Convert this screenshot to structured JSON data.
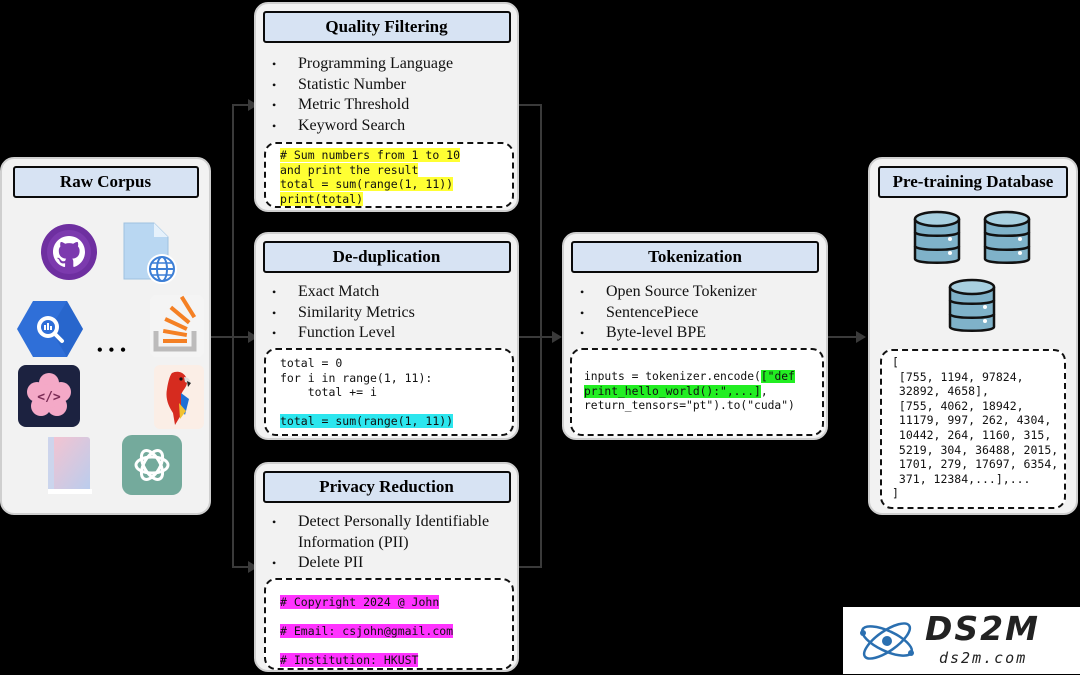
{
  "raw_corpus": {
    "title": "Raw Corpus",
    "ellipsis": "• • •",
    "icons": [
      "github-icon",
      "web-document-icon",
      "bigquery-icon",
      "stackoverflow-icon",
      "code-flower-icon",
      "parrot-icon",
      "book-icon",
      "openai-icon"
    ]
  },
  "quality_filtering": {
    "title": "Quality Filtering",
    "items": [
      "Programming Language",
      "Statistic Number",
      "Metric Threshold",
      "Keyword Search"
    ],
    "code": [
      "# Sum numbers from 1 to 10",
      "and print the result",
      "total = sum(range(1, 11))",
      "print(total)"
    ]
  },
  "deduplication": {
    "title": "De-duplication",
    "items": [
      "Exact Match",
      "Similarity Metrics",
      "Function Level"
    ],
    "code": [
      "total = 0",
      "for i in range(1, 11):",
      "    total += i"
    ],
    "code_highlight": "total = sum(range(1, 11))"
  },
  "privacy_reduction": {
    "title": "Privacy Reduction",
    "items": [
      "Detect Personally Identifiable Information (PII)",
      "Delete PII"
    ],
    "code": [
      "# Copyright 2024 @ John",
      "# Email: csjohn@gmail.com",
      "# Institution: HKUST"
    ]
  },
  "tokenization": {
    "title": "Tokenization",
    "items": [
      "Open Source Tokenizer",
      "SentencePiece",
      "Byte-level BPE"
    ],
    "code_pre": "inputs = tokenizer.encode(",
    "code_hl_1": "[\"def",
    "code_hl_2": "print_hello_world():\",...]",
    "code_post_1": ",",
    "code_post_2": "return_tensors=\"pt\").to(\"cuda\")"
  },
  "pretraining_db": {
    "title": "Pre-training Database",
    "icons": [
      "database-icon",
      "database-icon",
      "database-icon"
    ],
    "code": [
      "[",
      " [755, 1194, 97824,",
      " 32892, 4658],",
      " [755, 4062, 18942,",
      " 11179, 997, 262, 4304,",
      " 10442, 264, 1160, 315,",
      " 5219, 304, 36488, 2015,",
      " 1701, 279, 17697, 6354,",
      " 371, 12384,...],...",
      "]"
    ]
  },
  "watermark": {
    "brand": "DS2M",
    "url": "ds2m.com"
  },
  "colors": {
    "title_bg": "#d7e3f3",
    "panel_bg": "#f2f2f2",
    "highlight_yellow": "#ffff33",
    "highlight_cyan": "#2ce6ee",
    "highlight_green": "#22ee22",
    "highlight_magenta": "#ff33ff"
  }
}
